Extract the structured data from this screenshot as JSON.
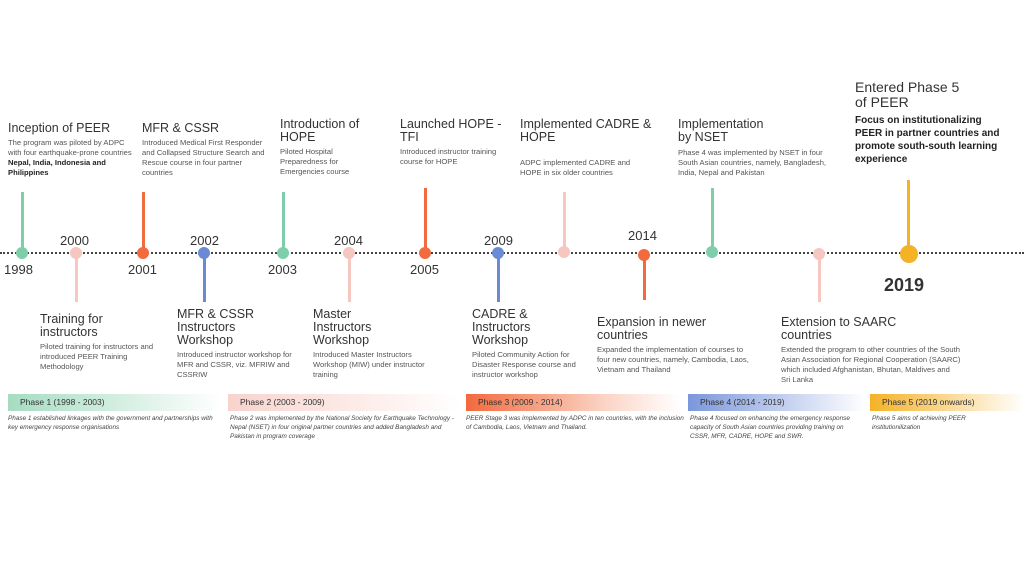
{
  "colors": {
    "green": "#7ecfa9",
    "orange": "#f26a3d",
    "blue": "#6a8ad6",
    "pink": "#f6c7c0",
    "gold": "#f4b227",
    "axis": "#444444"
  },
  "years": [
    "1998",
    "2000",
    "2001",
    "2002",
    "2003",
    "2004",
    "2005",
    "2009",
    "2014",
    "2019"
  ],
  "events": [
    {
      "title": "Inception of PEER",
      "desc": "The program was piloted by ADPC with four earthquake-prone countries",
      "desc_bold": "Nepal, India, Indonesia and Philippines"
    },
    {
      "title": "Training for instructors",
      "desc": "Piloted training for instructors and introduced PEER Training Methodology"
    },
    {
      "title": "MFR & CSSR",
      "desc": "Introduced Medical First Responder and Collapsed Structure Search and Rescue course in four partner countries"
    },
    {
      "title": "MFR & CSSR Instructors Workshop",
      "desc": "Introduced instructor workshop for MFR and CSSR, viz. MFRIW and CSSRIW"
    },
    {
      "title": "Introduction of HOPE",
      "desc": "Piloted Hospital Preparedness for Emergencies course"
    },
    {
      "title": "Master Instructors Workshop",
      "desc": "Introduced Master Instructors Workshop (MIW) under instructor training"
    },
    {
      "title": "Launched HOPE - TFI",
      "desc": "Introduced instructor training course for HOPE"
    },
    {
      "title": "CADRE & Instructors Workshop",
      "desc": "Piloted Community Action for Disaster Response course and instructor workshop"
    },
    {
      "title": "Implemented CADRE & HOPE",
      "desc": "ADPC implemented CADRE and HOPE in six older countries"
    },
    {
      "title": "Expansion in newer countries",
      "desc": "Expanded the implementation of courses to four new countries, namely, Cambodia, Laos, Vietnam and Thailand"
    },
    {
      "title": "Implementation by NSET",
      "desc": "Phase 4 was implemented by NSET in four South Asian countries, namely, Bangladesh, India, Nepal and Pakistan"
    },
    {
      "title": "Extension to SAARC countries",
      "desc": "Extended the program  to other countries of the South Asian Association for Regional Cooperation (SAARC) which included Afghanistan, Bhutan, Maldives and Sri Lanka"
    },
    {
      "title": "Entered Phase 5 of PEER",
      "desc_bold": "Focus on institutionalizing PEER in partner countries and promote south-south learning experience"
    }
  ],
  "phases": [
    {
      "label": "Phase 1 (1998 - 2003)",
      "desc": "Phase 1 established linkages with the government and partnerships with key emergency response organisations",
      "color": "#7ecfa9"
    },
    {
      "label": "Phase 2 (2003 - 2009)",
      "desc": "Phase 2 was implemented by the National Society for Earthquake Technology - Nepal (NSET) in four original partner countries and added Bangladesh and Pakistan in program coverage",
      "color": "#f6c7c0"
    },
    {
      "label": "Phase 3 (2009 - 2014)",
      "desc": "PEER Stage 3 was implemented by ADPC in ten countries, with the inclusion of Cambodia, Laos, Vietnam and Thailand.",
      "color": "#f26a3d"
    },
    {
      "label": "Phase 4 (2014 - 2019)",
      "desc": "Phase 4 focused on enhancing the emergency response capacity of South Asian countries providing training on CSSR, MFR, CADRE, HOPE and SWR.",
      "color": "#6a8ad6"
    },
    {
      "label": "Phase 5 (2019 onwards)",
      "desc": "Phase 5 aims of achieving PEER institutionilization",
      "color": "#f4b227"
    }
  ]
}
